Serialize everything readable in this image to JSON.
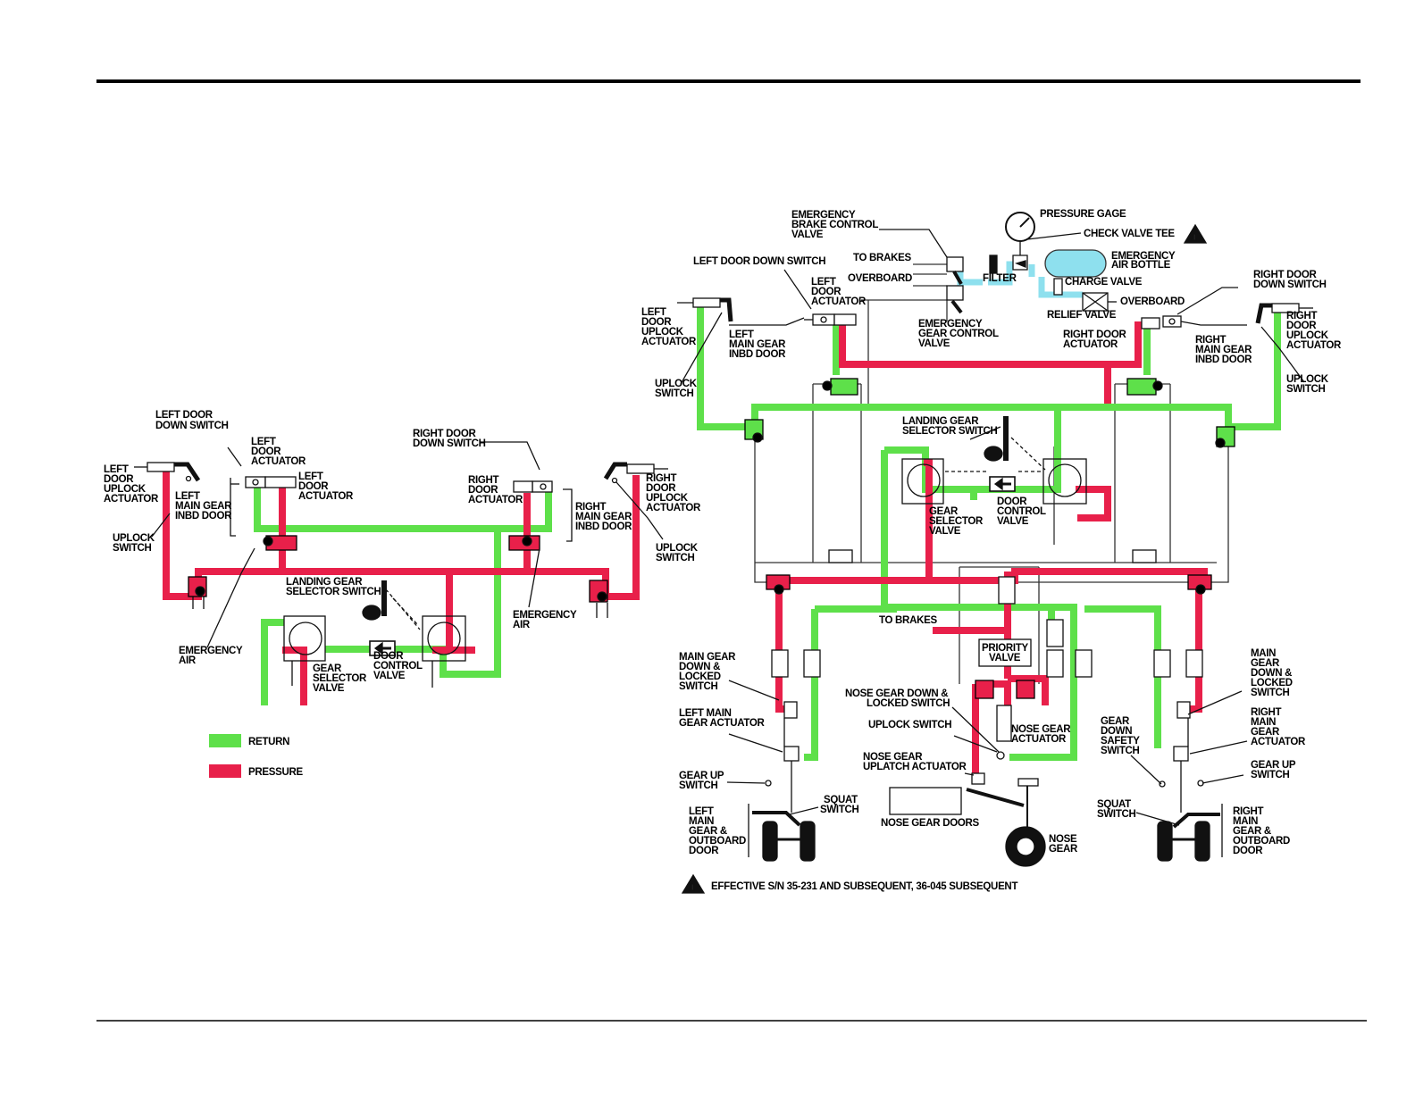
{
  "colors": {
    "return": "#5ee04a",
    "pressure": "#e8204a",
    "emergency_air": "#8ee0ee",
    "line": "#111111"
  },
  "legend": {
    "return": "RETURN",
    "pressure": "PRESSURE"
  },
  "note": {
    "symbol": "1",
    "text": "EFFECTIVE S/N 35-231 AND SUBSEQUENT, 36-045 SUBSEQUENT"
  },
  "left_diagram": {
    "left_door_down_switch": [
      "LEFT DOOR",
      "DOWN SWITCH"
    ],
    "left_door_actuator_top": [
      "LEFT",
      "DOOR",
      "ACTUATOR"
    ],
    "left_door_actuator": [
      "LEFT",
      "DOOR",
      "ACTUATOR"
    ],
    "left_door_uplock_actuator": [
      "LEFT",
      "DOOR",
      "UPLOCK",
      "ACTUATOR"
    ],
    "left_main_gear_inbd_door": [
      "LEFT",
      "MAIN GEAR",
      "INBD DOOR"
    ],
    "uplock_switch_left": [
      "UPLOCK",
      "SWITCH"
    ],
    "right_door_down_switch": [
      "RIGHT DOOR",
      "DOWN SWITCH"
    ],
    "right_door_actuator": [
      "RIGHT",
      "DOOR",
      "ACTUATOR"
    ],
    "right_main_gear_inbd_door": [
      "RIGHT",
      "MAIN GEAR",
      "INBD DOOR"
    ],
    "right_door_uplock_actuator": [
      "RIGHT",
      "DOOR",
      "UPLOCK",
      "ACTUATOR"
    ],
    "uplock_switch_right": [
      "UPLOCK",
      "SWITCH"
    ],
    "landing_gear_selector_switch": [
      "LANDING GEAR",
      "SELECTOR SWITCH"
    ],
    "emergency_air_right": [
      "EMERGENCY",
      "AIR"
    ],
    "emergency_air_left": [
      "EMERGENCY",
      "AIR"
    ],
    "gear_selector_valve": [
      "GEAR",
      "SELECTOR",
      "VALVE"
    ],
    "door_control_valve": [
      "DOOR",
      "CONTROL",
      "VALVE"
    ]
  },
  "right_diagram": {
    "emergency_brake_control_valve": [
      "EMERGENCY",
      "BRAKE CONTROL",
      "VALVE"
    ],
    "pressure_gage": "PRESSURE GAGE",
    "check_valve_tee": "CHECK VALVE TEE",
    "emergency_air_bottle": [
      "EMERGENCY",
      "AIR BOTTLE"
    ],
    "to_brakes_top": "TO BRAKES",
    "overboard_left": "OVERBOARD",
    "filter": "FILTER",
    "charge_valve": "CHARGE VALVE",
    "overboard_right": "OVERBOARD",
    "relief_valve": "RELIEF VALVE",
    "left_door_down_switch": "LEFT DOOR DOWN SWITCH",
    "left_door_actuator": [
      "LEFT",
      "DOOR",
      "ACTUATOR"
    ],
    "emergency_gear_control_valve": [
      "EMERGENCY",
      "GEAR CONTROL",
      "VALVE"
    ],
    "right_door_down_switch": [
      "RIGHT DOOR",
      "DOWN SWITCH"
    ],
    "left_door_uplock_actuator": [
      "LEFT",
      "DOOR",
      "UPLOCK",
      "ACTUATOR"
    ],
    "left_main_gear_inbd_door": [
      "LEFT",
      "MAIN GEAR",
      "INBD DOOR"
    ],
    "right_door_actuator": [
      "RIGHT DOOR",
      "ACTUATOR"
    ],
    "right_main_gear_inbd_door": [
      "RIGHT",
      "MAIN GEAR",
      "INBD DOOR"
    ],
    "right_door_uplock_actuator": [
      "RIGHT",
      "DOOR",
      "UPLOCK",
      "ACTUATOR"
    ],
    "uplock_switch_left": [
      "UPLOCK",
      "SWITCH"
    ],
    "uplock_switch_right": [
      "UPLOCK",
      "SWITCH"
    ],
    "landing_gear_selector_switch": [
      "LANDING GEAR",
      "SELECTOR SWITCH"
    ],
    "gear_selector_valve": [
      "GEAR",
      "SELECTOR",
      "VALVE"
    ],
    "door_control_valve": [
      "DOOR",
      "CONTROL",
      "VALVE"
    ],
    "to_brakes_mid": "TO BRAKES",
    "priority_valve": [
      "PRIORITY",
      "VALVE"
    ],
    "main_gear_down_locked_switch_left": [
      "MAIN GEAR",
      "DOWN &",
      "LOCKED",
      "SWITCH"
    ],
    "left_main_gear_actuator": [
      "LEFT MAIN",
      "GEAR ACTUATOR"
    ],
    "nose_gear_down_locked_switch": [
      "NOSE GEAR DOWN &",
      "LOCKED SWITCH"
    ],
    "uplock_switch_nose": "UPLOCK SWITCH",
    "nose_gear_actuator": [
      "NOSE GEAR",
      "ACTUATOR"
    ],
    "nose_gear_uplatch_actuator": [
      "NOSE GEAR",
      "UPLATCH ACTUATOR"
    ],
    "gear_up_switch_left": [
      "GEAR UP",
      "SWITCH"
    ],
    "squat_switch_left": [
      "SQUAT",
      "SWITCH"
    ],
    "left_main_gear_outboard_door": [
      "LEFT",
      "MAIN",
      "GEAR &",
      "OUTBOARD",
      "DOOR"
    ],
    "nose_gear_doors": "NOSE GEAR DOORS",
    "nose_gear": [
      "NOSE",
      "GEAR"
    ],
    "main_gear_down_locked_switch_right": [
      "MAIN",
      "GEAR",
      "DOWN &",
      "LOCKED",
      "SWITCH"
    ],
    "right_main_gear_actuator": [
      "RIGHT",
      "MAIN",
      "GEAR",
      "ACTUATOR"
    ],
    "gear_down_safety_switch": [
      "GEAR",
      "DOWN",
      "SAFETY",
      "SWITCH"
    ],
    "gear_up_switch_right": [
      "GEAR UP",
      "SWITCH"
    ],
    "squat_switch_right": [
      "SQUAT",
      "SWITCH"
    ],
    "right_main_gear_outboard_door": [
      "RIGHT",
      "MAIN",
      "GEAR &",
      "OUTBOARD",
      "DOOR"
    ]
  }
}
